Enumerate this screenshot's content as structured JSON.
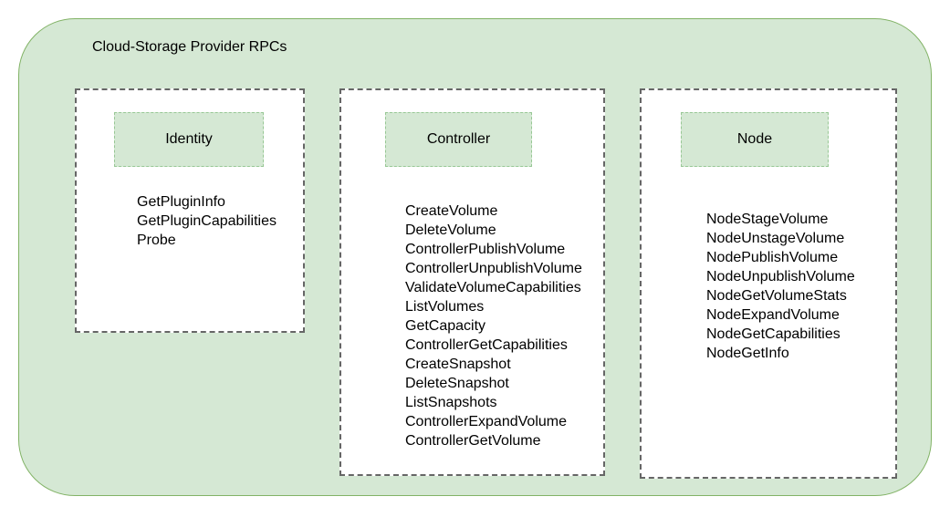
{
  "diagram": {
    "title": "Cloud-Storage Provider RPCs",
    "container_fill": "#d5e8d4",
    "container_border": "#82b366",
    "group_border": "#666666",
    "header_fill": "#d5e8d4",
    "header_border": "#97c794",
    "text_color": "#000000"
  },
  "groups": [
    {
      "id": "identity",
      "label": "Identity",
      "rpcs": [
        "GetPluginInfo",
        "GetPluginCapabilities",
        "Probe"
      ]
    },
    {
      "id": "controller",
      "label": "Controller",
      "rpcs": [
        "CreateVolume",
        "DeleteVolume",
        "ControllerPublishVolume",
        "ControllerUnpublishVolume",
        "ValidateVolumeCapabilities",
        "ListVolumes",
        "GetCapacity",
        "ControllerGetCapabilities",
        "CreateSnapshot",
        "DeleteSnapshot",
        "ListSnapshots",
        "ControllerExpandVolume",
        "ControllerGetVolume"
      ]
    },
    {
      "id": "node",
      "label": "Node",
      "rpcs": [
        "NodeStageVolume",
        "NodeUnstageVolume",
        "NodePublishVolume",
        "NodeUnpublishVolume",
        "NodeGetVolumeStats",
        "NodeExpandVolume",
        "NodeGetCapabilities",
        "NodeGetInfo"
      ]
    }
  ]
}
